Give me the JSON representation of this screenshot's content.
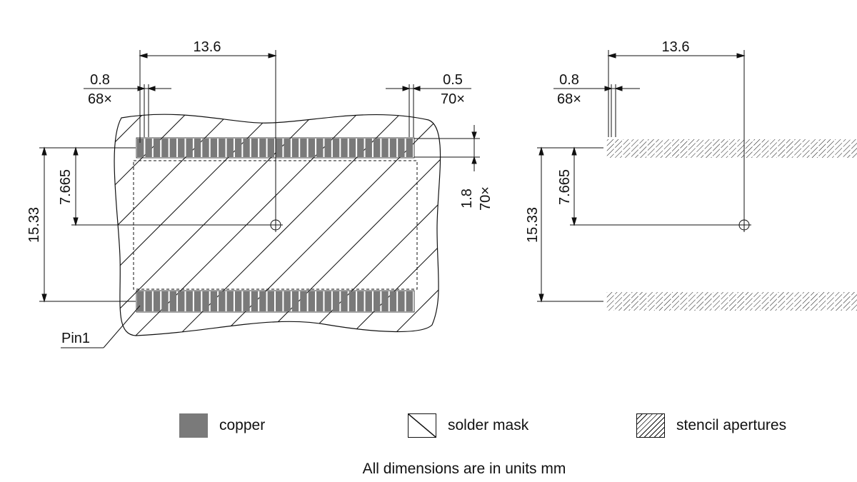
{
  "left_view": {
    "pitch_label": "13.6",
    "pad_width_top": "0.8",
    "pad_count_top": "68×",
    "pad_width_right": "0.5",
    "pad_count_right": "70×",
    "pad_length": "1.8",
    "pad_length_count": "70×",
    "row_half_spacing": "7.665",
    "row_spacing": "15.33",
    "pin1_label": "Pin1"
  },
  "right_view": {
    "pitch_label": "13.6",
    "pad_width_top": "0.8",
    "pad_count_top": "68×",
    "row_half_spacing": "7.665",
    "row_spacing": "15.33"
  },
  "legend": {
    "copper": "copper",
    "solder_mask": "solder mask",
    "stencil": "stencil apertures"
  },
  "colors": {
    "copper": "#7a7a7a",
    "line": "#111111"
  },
  "footer": "All dimensions are in units mm"
}
